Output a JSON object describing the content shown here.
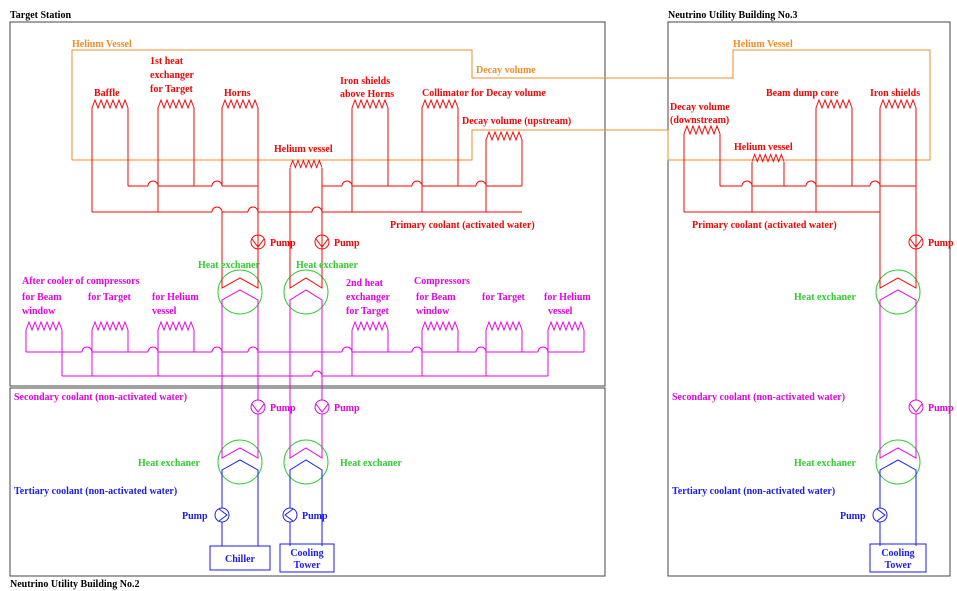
{
  "colors": {
    "frame": "#444444",
    "helium": "#f28c28",
    "primary": "#ff0000",
    "secondary": "#e800e8",
    "tertiary": "#1a1aff",
    "heat_exchanger": "#33cc33"
  },
  "sections": {
    "target_station": "Target Station",
    "nu2": "Neutrino Utility Building No.2",
    "nu3": "Neutrino Utility Building No.3"
  },
  "left": {
    "helium_vessel": "Helium Vessel",
    "decay_volume": "Decay volume",
    "baffle": "Baffle",
    "hx1_line1": "1st heat",
    "hx1_line2": "exchanger",
    "hx1_line3": "for Target",
    "horns": "Horns",
    "iron_shields_line1": "Iron shields",
    "iron_shields_line2": "above Horns",
    "collimator": "Collimator for Decay volume",
    "decay_upstream": "Decay volume (upstream)",
    "helium_vessel_small": "Helium vessel",
    "primary_coolant": "Primary coolant (activated water)",
    "pump": "Pump",
    "heat_exchanger": "Heat exchaner",
    "after_cooler": "After cooler of compressors",
    "for_beam": "for Beam",
    "window": "window",
    "for_target": "for Target",
    "for_helium": "for Helium",
    "vessel": "vessel",
    "hx2_line1": "2nd heat",
    "hx2_line2": "exchanger",
    "hx2_line3": "for Target",
    "compressors": "Compressors",
    "secondary_coolant": "Secondary coolant (non-activated water)",
    "tertiary_coolant": "Tertiary coolant (non-activated water)",
    "chiller": "Chiller",
    "cooling": "Cooling",
    "tower": "Tower"
  },
  "right": {
    "helium_vessel": "Helium Vessel",
    "decay_down_line1": "Decay volume",
    "decay_down_line2": "(downstream)",
    "helium_vessel_small": "Helium vessel",
    "beam_dump": "Beam dump core",
    "iron_shields": "Iron shields",
    "primary_coolant": "Primary coolant (activated water)",
    "pump": "Pump",
    "heat_exchanger": "Heat exchaner",
    "secondary_coolant": "Secondary coolant (non-activated water)",
    "tertiary_coolant": "Tertiary coolant (non-activated water)",
    "cooling": "Cooling",
    "tower": "Tower"
  }
}
